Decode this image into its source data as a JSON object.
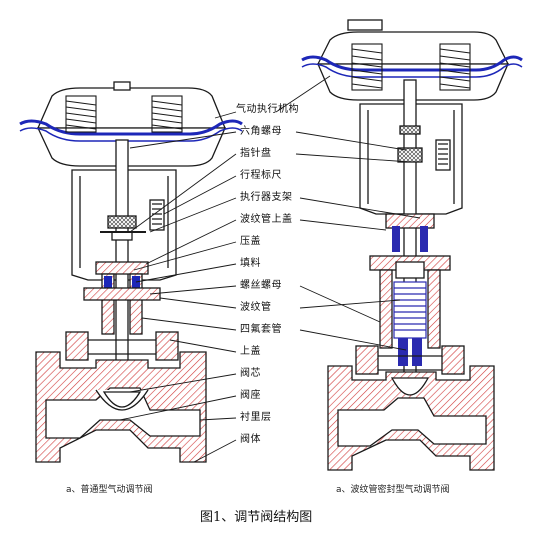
{
  "figure_title": "图1、调节阀结构图",
  "left_caption": "a、普通型气动调节阀",
  "right_caption": "a、波纹管密封型气动调节阀",
  "labels": [
    "气动执行机构",
    "六角螺母",
    "指针盘",
    "行程标尺",
    "执行器支架",
    "波纹管上盖",
    "压盖",
    "填料",
    "螺丝螺母",
    "波纹管",
    "四氟套管",
    "上盖",
    "阀芯",
    "阀座",
    "衬里层",
    "阀体"
  ],
  "colors": {
    "line": "#1a1a1a",
    "diaphragm": "#1d27b8",
    "hatch": "#d13b3b",
    "bellows": "#2a2ab0"
  }
}
